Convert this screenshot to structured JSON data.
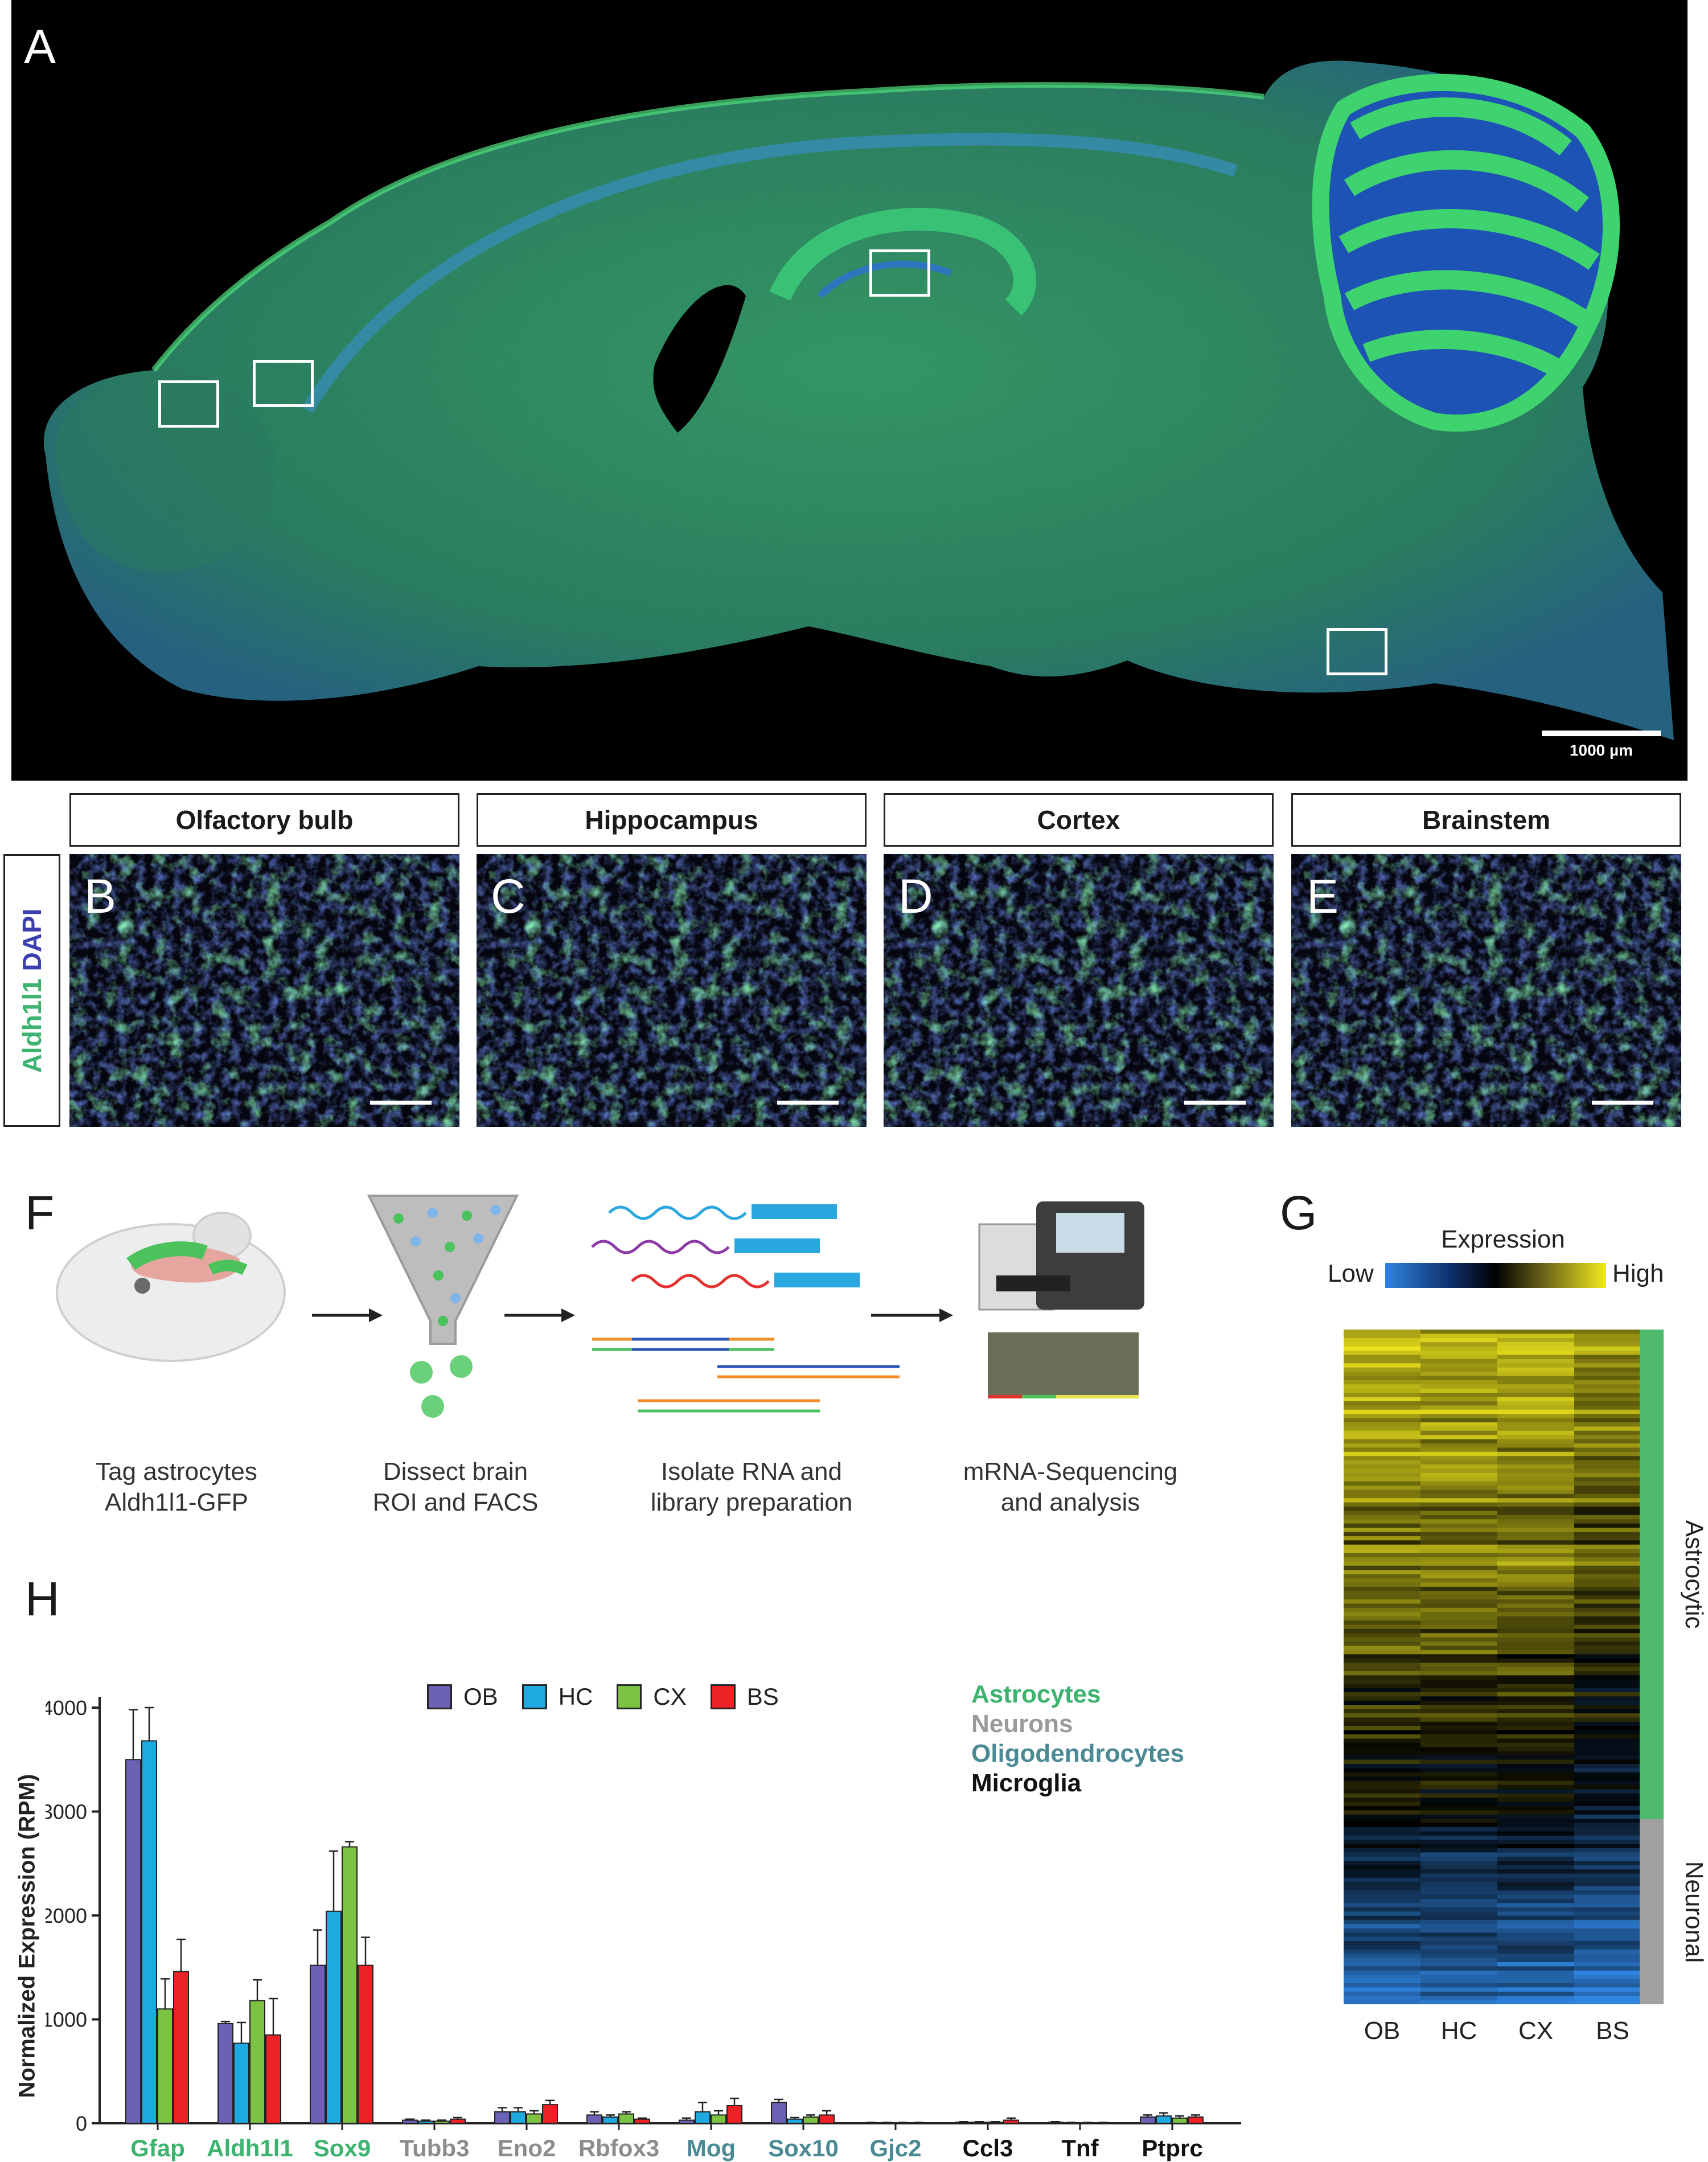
{
  "panels": {
    "a": "A",
    "b": "B",
    "c": "C",
    "d": "D",
    "e": "E",
    "f": "F",
    "g": "G",
    "h": "H"
  },
  "panel_a": {
    "scale_bar": "1000 µm"
  },
  "regions": {
    "olfactory_bulb": "Olfactory bulb",
    "hippocampus": "Hippocampus",
    "cortex": "Cortex",
    "brainstem": "Brainstem"
  },
  "stain_label": {
    "green": "Aldh1l1",
    "blue": "DAPI"
  },
  "workflow": [
    {
      "line1": "Tag  astrocytes",
      "line2": "Aldh1l1-GFP"
    },
    {
      "line1": "Dissect brain",
      "line2": "ROI and FACS"
    },
    {
      "line1": "Isolate RNA and",
      "line2": "library preparation"
    },
    {
      "line1": "mRNA-Sequencing",
      "line2": "and analysis"
    }
  ],
  "heatmap": {
    "title": "Expression",
    "low": "Low",
    "high": "High",
    "columns": [
      "OB",
      "HC",
      "CX",
      "BS"
    ],
    "groups": [
      {
        "label": "Astrocytic",
        "color": "#4dbb6b"
      },
      {
        "label": "Neuronal",
        "color": "#a0a0a0"
      }
    ]
  },
  "chart_data": {
    "type": "bar",
    "ylabel": "Normalized Expression (RPM)",
    "ylim": [
      0,
      4000
    ],
    "yticks": [
      0,
      1000,
      2000,
      3000,
      4000
    ],
    "categories": [
      "Gfap",
      "Aldh1l1",
      "Sox9",
      "Tubb3",
      "Eno2",
      "Rbfox3",
      "Mog",
      "Sox10",
      "Gjc2",
      "Ccl3",
      "Tnf",
      "Ptprc"
    ],
    "category_colors": [
      "#3cb36e",
      "#3cb36e",
      "#3cb36e",
      "#8c8c8c",
      "#8c8c8c",
      "#8c8c8c",
      "#4a8a94",
      "#4a8a94",
      "#4a8a94",
      "#111111",
      "#111111",
      "#111111"
    ],
    "series": [
      {
        "name": "OB",
        "color": "#6b62b5",
        "values": [
          3500,
          960,
          1520,
          30,
          110,
          80,
          30,
          200,
          5,
          10,
          10,
          60
        ],
        "errors": [
          480,
          20,
          340,
          10,
          40,
          30,
          20,
          30,
          3,
          5,
          5,
          20
        ]
      },
      {
        "name": "HC",
        "color": "#1ea9e1",
        "values": [
          3680,
          770,
          2040,
          20,
          110,
          60,
          110,
          40,
          5,
          10,
          5,
          70
        ],
        "errors": [
          320,
          200,
          580,
          10,
          40,
          20,
          90,
          15,
          3,
          5,
          3,
          30
        ]
      },
      {
        "name": "CX",
        "color": "#7cc243",
        "values": [
          1100,
          1180,
          2660,
          20,
          90,
          90,
          80,
          60,
          5,
          10,
          5,
          50
        ],
        "errors": [
          290,
          200,
          50,
          10,
          30,
          20,
          40,
          20,
          3,
          5,
          3,
          20
        ]
      },
      {
        "name": "BS",
        "color": "#ec2227",
        "values": [
          1460,
          850,
          1520,
          40,
          180,
          40,
          170,
          80,
          5,
          30,
          5,
          60
        ],
        "errors": [
          310,
          350,
          270,
          15,
          40,
          10,
          70,
          40,
          3,
          20,
          3,
          20
        ]
      }
    ],
    "cell_types": [
      {
        "label": "Astrocytes",
        "color": "#3cb36e"
      },
      {
        "label": "Neurons",
        "color": "#9a9a9a"
      },
      {
        "label": "Oligodendrocytes",
        "color": "#4a8a94"
      },
      {
        "label": "Microglia",
        "color": "#111111"
      }
    ]
  }
}
